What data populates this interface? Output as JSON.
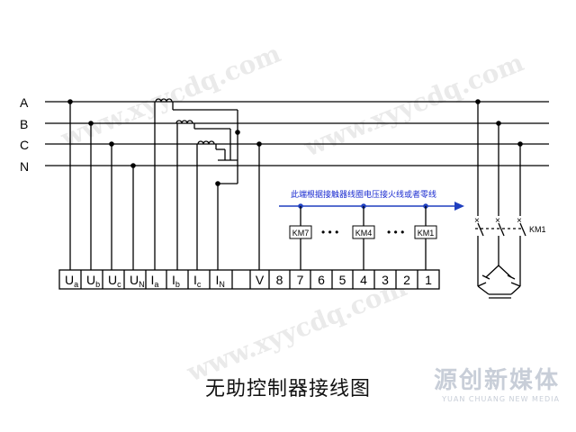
{
  "bus_labels": [
    "A",
    "B",
    "C",
    "N"
  ],
  "terminals": [
    "Ua",
    "Ub",
    "Uc",
    "UN",
    "Ia",
    "Ib",
    "Ic",
    "IN",
    "",
    "V",
    "8",
    "7",
    "6",
    "5",
    "4",
    "3",
    "2",
    "1"
  ],
  "terminal_subs": {
    "Ua": [
      "U",
      "a"
    ],
    "Ub": [
      "U",
      "b"
    ],
    "Uc": [
      "U",
      "c"
    ],
    "UN": [
      "U",
      "N"
    ],
    "Ia": [
      "I",
      "a"
    ],
    "Ib": [
      "I",
      "b"
    ],
    "Ic": [
      "I",
      "c"
    ],
    "IN": [
      "I",
      "N"
    ]
  },
  "relays": [
    "KM7",
    "KM4",
    "KM1"
  ],
  "ellipsis": "• • •",
  "note": "此端根据接触器线圈电压接火线或者零线",
  "contactor_label": "KM1",
  "title": "无助控制器接线图",
  "watermark": "www.xyycdq.com",
  "brand": {
    "cn": "源创新媒体",
    "en": "YUAN CHUANG NEW MEDIA"
  },
  "colors": {
    "line": "#000000",
    "blue": "#1f3fbf",
    "note": "#1a2bd0"
  }
}
